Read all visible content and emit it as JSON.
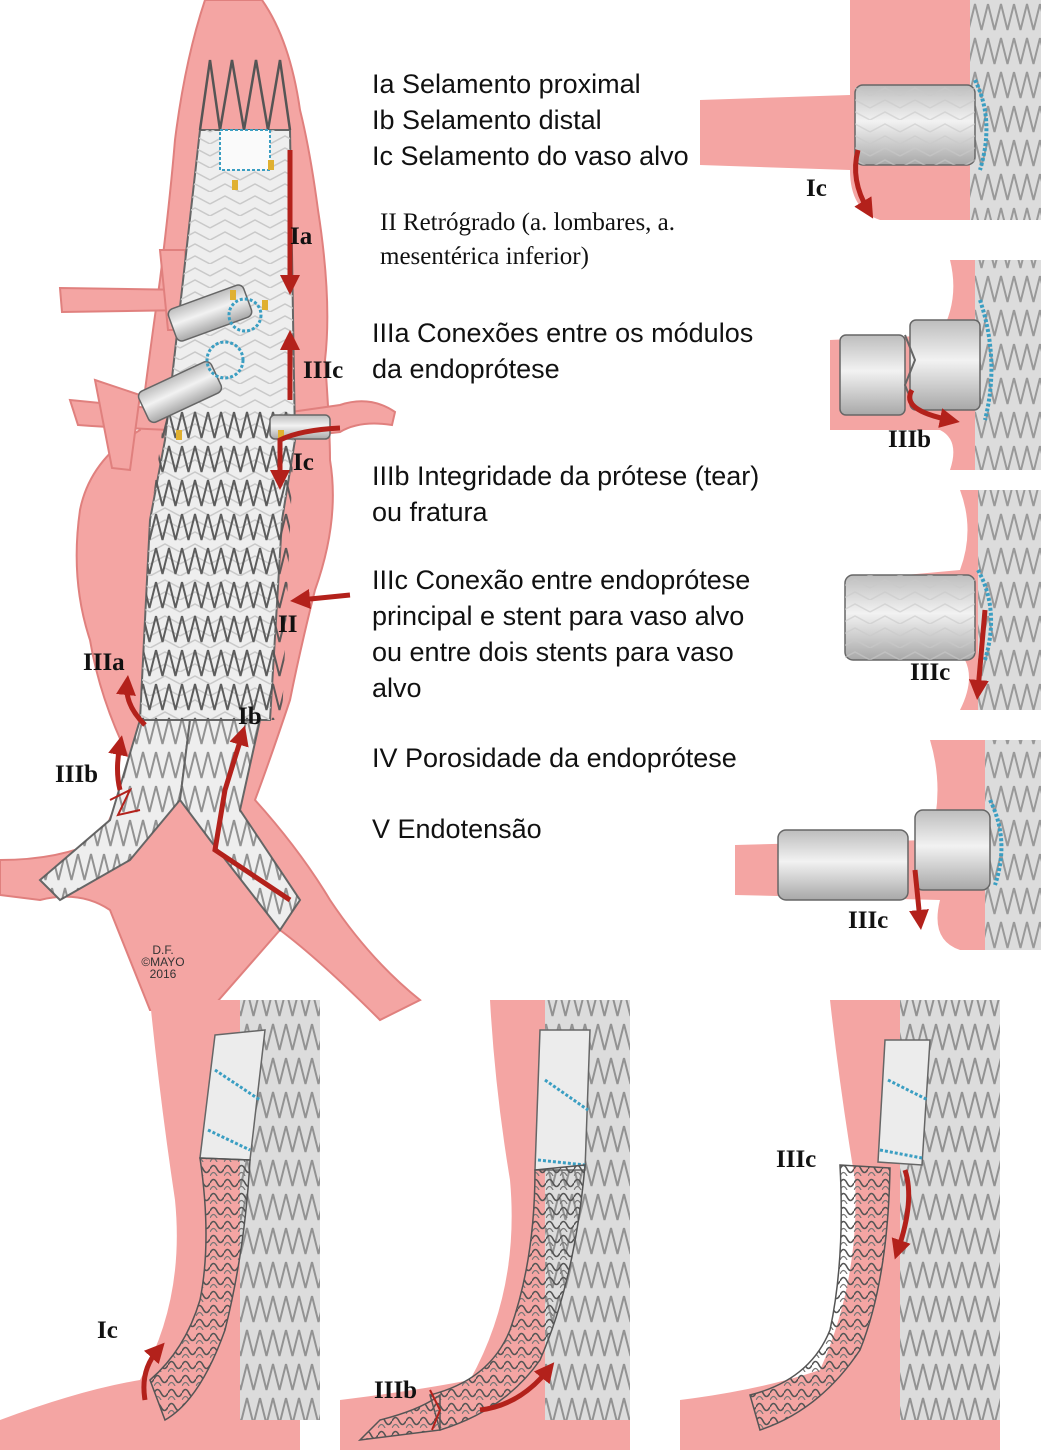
{
  "legend": {
    "ia": "Ia Selamento proximal",
    "ib": "Ib Selamento distal",
    "ic": "Ic Selamento do vaso alvo",
    "ii_line1": "II Retrógrado (a. lombares, a.",
    "ii_line2": "mesentérica inferior)",
    "iiia_line1": "IIIa Conexões entre os módulos",
    "iiia_line2": "da endoprótese",
    "iiib_line1": "IIIb Integridade da prótese (tear)",
    "iiib_line2": "ou fratura",
    "iiic_line1": "IIIc Conexão entre endoprótese",
    "iiic_line2": "principal e  stent para vaso alvo",
    "iiic_line3": "ou entre dois stents  para vaso",
    "iiic_line4": "alvo",
    "iv": "IV Porosidade da endoprótese",
    "v": "V Endotensão"
  },
  "labels": {
    "ia": "Ia",
    "iiic_main": "IIIc",
    "ic_main": "Ic",
    "ii": "II",
    "iiia": "IIIa",
    "ib": "Ib",
    "iiib_main": "IIIb",
    "ic_inset1": "Ic",
    "iiib_inset2": "IIIb",
    "iiic_inset3": "IIIc",
    "iiic_inset4": "IIIc",
    "ic_bottom1": "Ic",
    "iiib_bottom2": "IIIb",
    "iiic_bottom3": "IIIc"
  },
  "credit": {
    "line1": "D.F.",
    "line2": "©MAYO",
    "line3": "2016"
  },
  "colors": {
    "vessel": "#f4a5a3",
    "vessel_dark": "#e0807e",
    "graft": "#e8e8e8",
    "graft_line": "#6e6e6e",
    "arrow": "#b3211b",
    "suture": "#3a9ec2",
    "marker": "#e0b030"
  }
}
